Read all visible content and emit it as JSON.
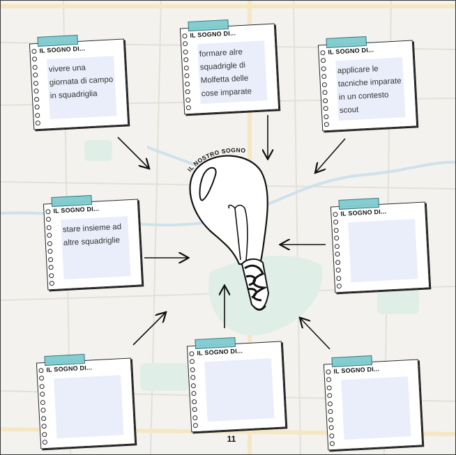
{
  "center": {
    "label": "IL NOSTRO SOGNO"
  },
  "notes": [
    {
      "title": "IL SOGNO DI...",
      "text": "vivere una giornata di campo in squadriglia"
    },
    {
      "title": "IL SOGNO DI...",
      "text": "formare alre squadrigle di Molfetta delle cose imparate"
    },
    {
      "title": "IL SOGNO DI...",
      "text": "applicare le tacniche imparate in un contesto scout"
    },
    {
      "title": "IL SOGNO DI...",
      "text": "stare insieme ad altre squadriglie"
    },
    {
      "title": "IL SOGNO DI...",
      "text": ""
    },
    {
      "title": "IL SOGNO DI...",
      "text": ""
    },
    {
      "title": "IL SOGNO DI...",
      "text": ""
    },
    {
      "title": "IL SOGNO DI...",
      "text": ""
    }
  ],
  "page_number": "11",
  "colors": {
    "tape": "#7fcdd1",
    "text_box": "#eaeefa",
    "map_background": "#f4f2ee"
  },
  "icons": {
    "center": "lightbulb-icon",
    "connectors": "arrow-icon"
  }
}
